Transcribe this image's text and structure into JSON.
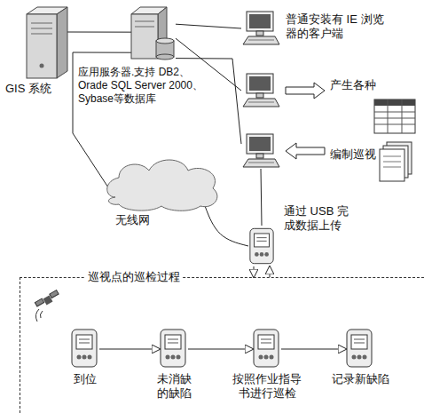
{
  "diagram": {
    "nodes": [
      {
        "text": [
          "GIS 系统"
        ]
      },
      {
        "text": [
          "应用服务器.支持 DB2、 Orade SQL Server 2000、 Sybase等数据库"
        ]
      },
      {
        "text": [
          "普通安装有 IE 浏览器的客户端"
        ]
      },
      {
        "text": [
          "产生各种"
        ]
      },
      {
        "text": [
          "编制巡视"
        ]
      },
      {
        "text": [
          "无线网"
        ]
      },
      {
        "text": [
          "通过 USB 完成数据上传"
        ]
      },
      {
        "text": [
          "巡视点的巡检过程"
        ]
      },
      {
        "text": [
          "到位"
        ],
        "in": 7
      },
      {
        "text": [
          "未消缺的缺陷"
        ],
        "in": 7
      },
      {
        "text": [
          "按照作业指导书进行巡检"
        ],
        "in": 7
      },
      {
        "text": [
          "记录新缺陷"
        ],
        "in": 7
      }
    ],
    "edges": [
      {
        "from": 0,
        "to": 1,
        "arrow": "none"
      },
      {
        "from": 1,
        "to": 2,
        "arrow": "none"
      },
      {
        "from": 1,
        "to": 3,
        "arrow": "none"
      },
      {
        "from": 1,
        "to": 4,
        "arrow": "none"
      },
      {
        "from": 1,
        "to": 5,
        "arrow": "none"
      },
      {
        "from": 5,
        "to": 6,
        "arrow": "none"
      },
      {
        "from": 6,
        "to": 4,
        "arrow": "none"
      },
      {
        "from": 6,
        "to": 7,
        "arrow": "to"
      },
      {
        "from": 7,
        "to": 6,
        "arrow": "to"
      },
      {
        "from": 8,
        "to": 9,
        "arrow": "to"
      },
      {
        "from": 9,
        "to": 10,
        "arrow": "to"
      },
      {
        "from": 10,
        "to": 11,
        "arrow": "to"
      }
    ]
  }
}
